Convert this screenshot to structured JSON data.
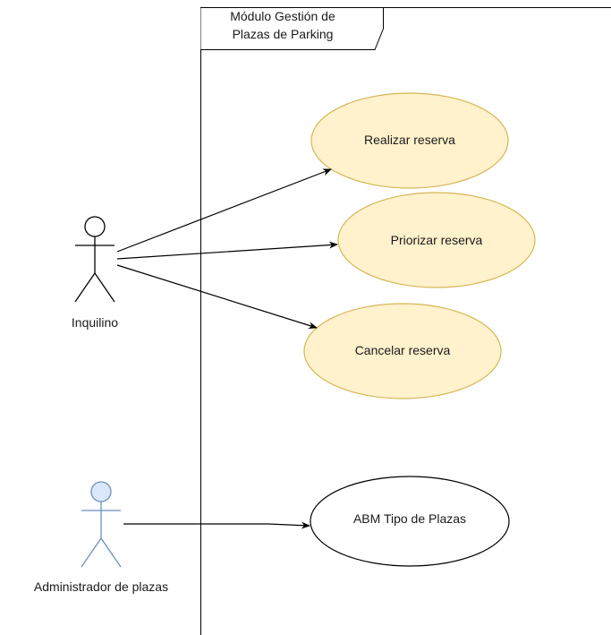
{
  "frame": {
    "title": "Módulo Gestión de\nPlazas de Parking"
  },
  "actors": [
    {
      "name": "Inquilino",
      "color": "#ffffff",
      "stroke": "#000000"
    },
    {
      "name": "Administrador de plazas",
      "color": "#dae8fc",
      "stroke": "#6c8ebf"
    }
  ],
  "use_cases": [
    {
      "label": "Realizar reserva",
      "fill": "#fff2cc",
      "stroke": "#d6b656"
    },
    {
      "label": "Priorizar reserva",
      "fill": "#fff2cc",
      "stroke": "#d6b656"
    },
    {
      "label": "Cancelar reserva",
      "fill": "#fff2cc",
      "stroke": "#d6b656"
    },
    {
      "label": "ABM Tipo de Plazas",
      "fill": "#ffffff",
      "stroke": "#000000"
    }
  ]
}
